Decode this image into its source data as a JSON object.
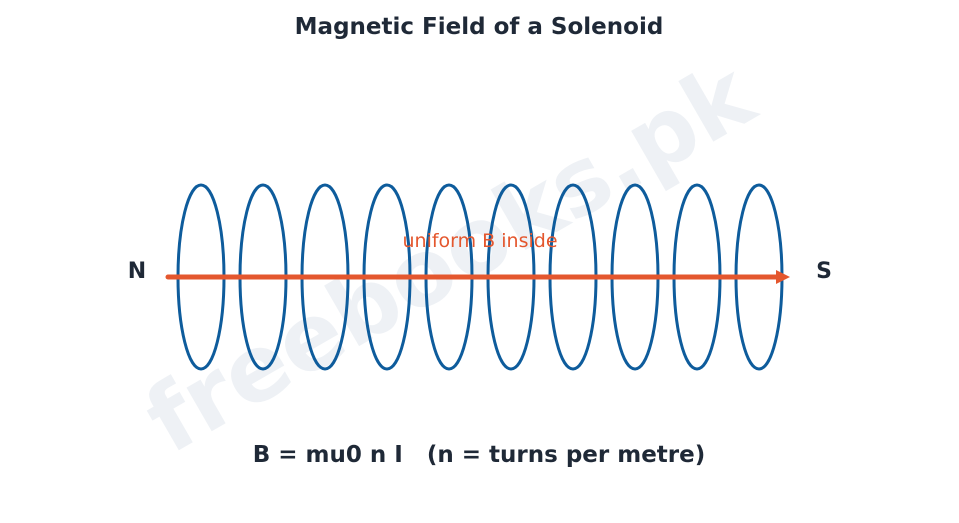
{
  "title": "Magnetic Field of a Solenoid",
  "poles": {
    "north": "N",
    "south": "S"
  },
  "field_label": "uniform B inside",
  "formula": "B = mu0 n I   (n = turns per metre)",
  "watermark": "freebooks.pk",
  "solenoid": {
    "turns": 10
  },
  "colors": {
    "coil": "#0e5c9c",
    "field_arrow": "#e4572e",
    "text": "#1f2937"
  }
}
